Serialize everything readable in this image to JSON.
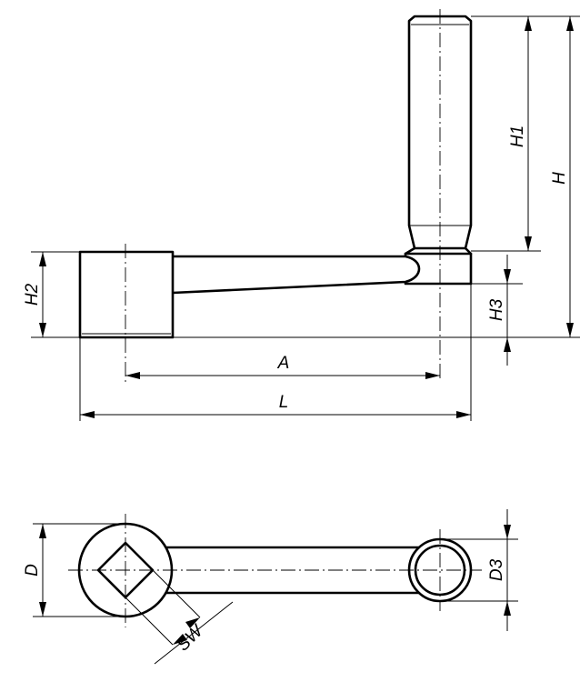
{
  "labels": {
    "H": "H",
    "H1": "H1",
    "H2": "H2",
    "H3": "H3",
    "A": "A",
    "L": "L",
    "D": "D",
    "D3": "D3",
    "SW": "SW"
  }
}
